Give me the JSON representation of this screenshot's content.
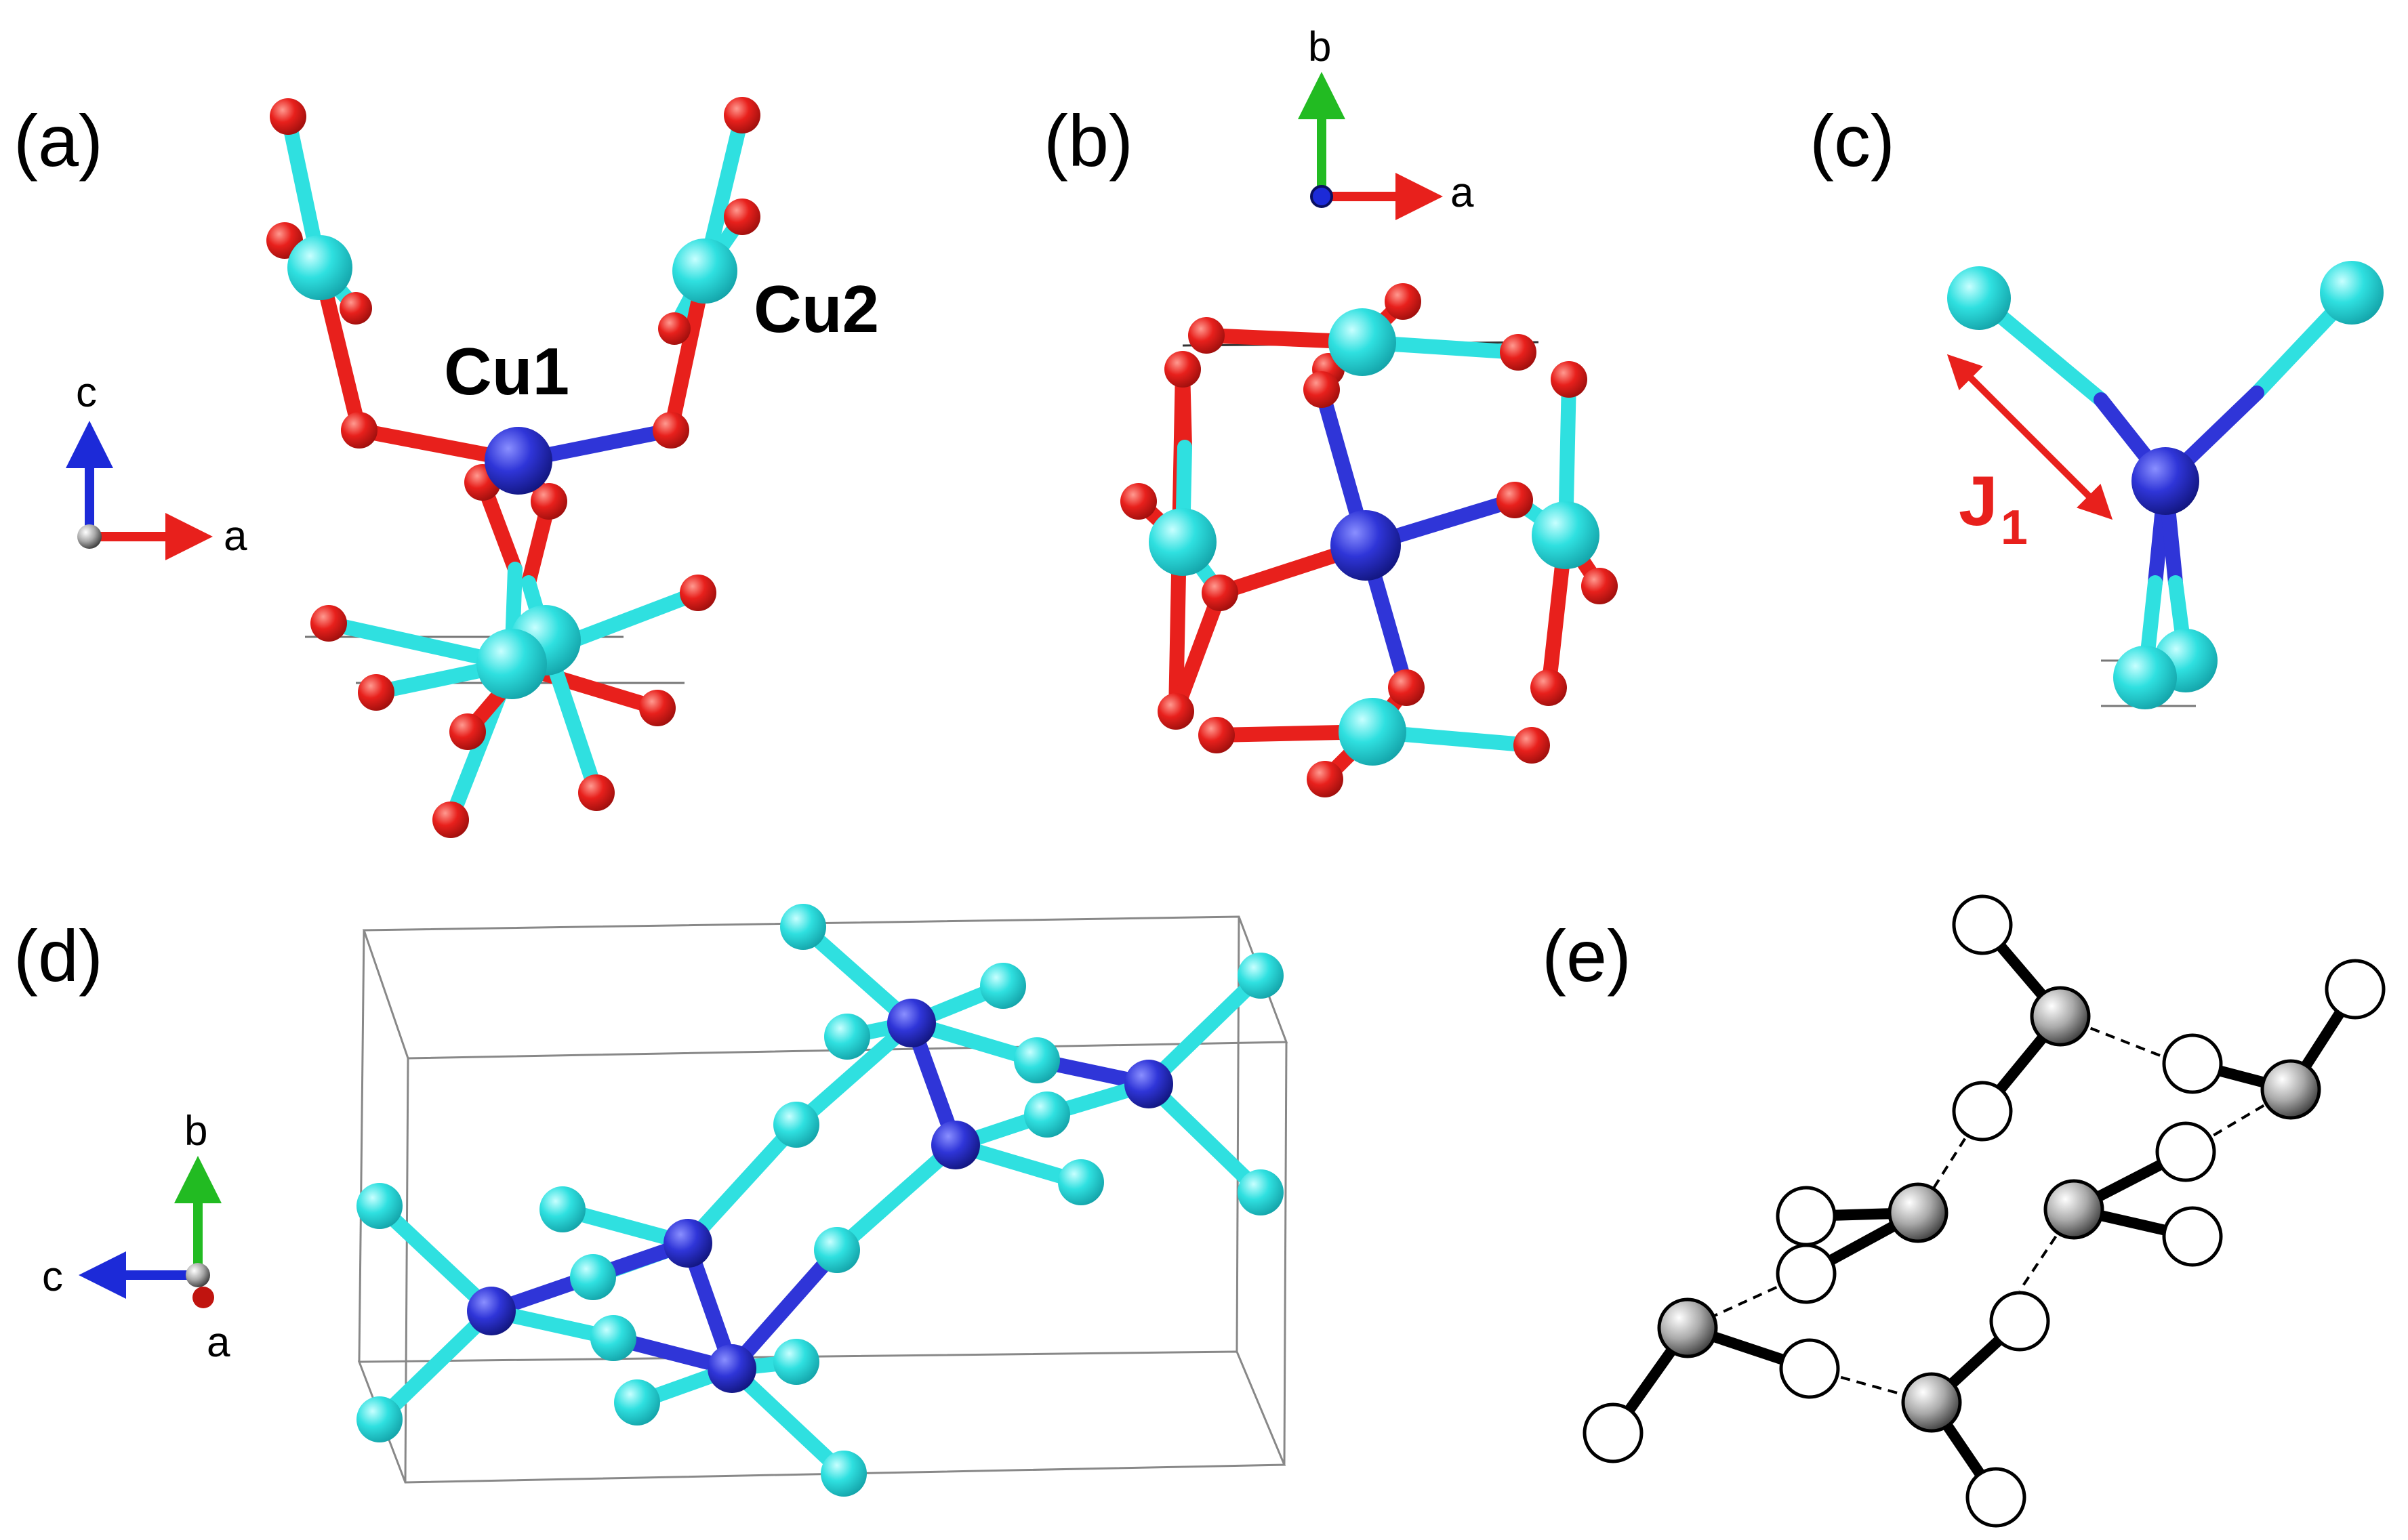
{
  "panels": {
    "a": "(a)",
    "b": "(b)",
    "c": "(c)",
    "d": "(d)",
    "e": "(e)"
  },
  "atom_labels": {
    "cu1": "Cu1",
    "cu2": "Cu2"
  },
  "exchange_label": {
    "main": "J",
    "sub": "1"
  },
  "axes": {
    "panel_a": {
      "vertical": "c",
      "horizontal": "a"
    },
    "panel_b": {
      "vertical": "b",
      "horizontal": "a"
    },
    "panel_d": {
      "vertical": "b",
      "horizontal": "c",
      "depth": "a"
    }
  },
  "colors": {
    "cu1": "#2f35d8",
    "cu2": "#2fe0e0",
    "oxygen": "#e8201c",
    "exchange_arrow": "#e8201c",
    "axis_a": "#e8201c",
    "axis_b": "#22bb22",
    "axis_c": "#1c2ad8",
    "node_filled": "#555555",
    "node_empty": "#ffffff"
  }
}
